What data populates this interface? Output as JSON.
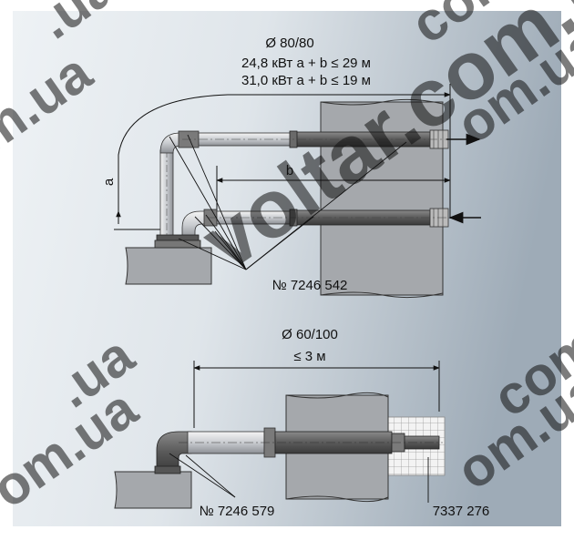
{
  "top_diagram": {
    "diameter_label": "Ø 80/80",
    "power_line_1": "24,8 кВт a + b ≤ 29 м",
    "power_line_2": "31,0 кВт a + b ≤ 19 м",
    "dimension_a": "a",
    "dimension_b": "b",
    "part_number": "№ 7246 542"
  },
  "bottom_diagram": {
    "diameter_label": "Ø 60/100",
    "length_label": "≤ 3 м",
    "part_number_left": "№ 7246 579",
    "part_number_right": "7337 276"
  },
  "watermark": {
    "texts": [
      ".ua",
      "com.ua",
      "voltar.com.ua",
      "m.ua",
      "om.ua",
      ".ua",
      "om.ua",
      "om.ua",
      "com.ua"
    ]
  },
  "colors": {
    "background_light": "#eef2f5",
    "background_dark": "#9aa8b4",
    "pipe_light": "#c9ccd0",
    "pipe_dark": "#555555",
    "wall": "#a5a5a5",
    "watermark": "#d8e6f2"
  }
}
